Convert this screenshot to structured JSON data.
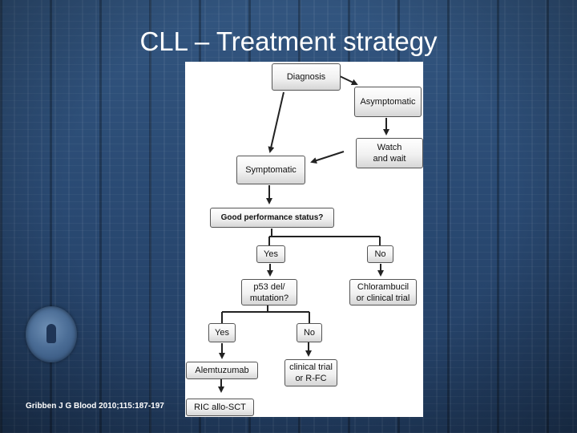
{
  "slide": {
    "title": "CLL – Treatment strategy",
    "citation": "Gribben J G Blood 2010;115:187-197"
  },
  "flowchart": {
    "diagnosis": "Diagnosis",
    "asymptomatic": "Asymptomatic",
    "watch_and_wait": [
      "Watch",
      "and wait"
    ],
    "symptomatic": "Symptomatic",
    "good_performance_status": "Good performance status?",
    "yes_1": "Yes",
    "no_1": "No",
    "p53": [
      "p53 del/",
      "mutation?"
    ],
    "chlorambucil": [
      "Chlorambucil",
      "or clinical trial"
    ],
    "yes_2": "Yes",
    "no_2": "No",
    "alemtuzumab": "Alemtuzumab",
    "clinical_trial_rfc": [
      "clinical trial",
      "or R-FC"
    ],
    "ric_allo_sct": "RIC allo-SCT"
  },
  "colors": {
    "background": "#2a4a73",
    "title_text": "#ffffff",
    "box_border": "#555555",
    "arrow": "#222222"
  }
}
